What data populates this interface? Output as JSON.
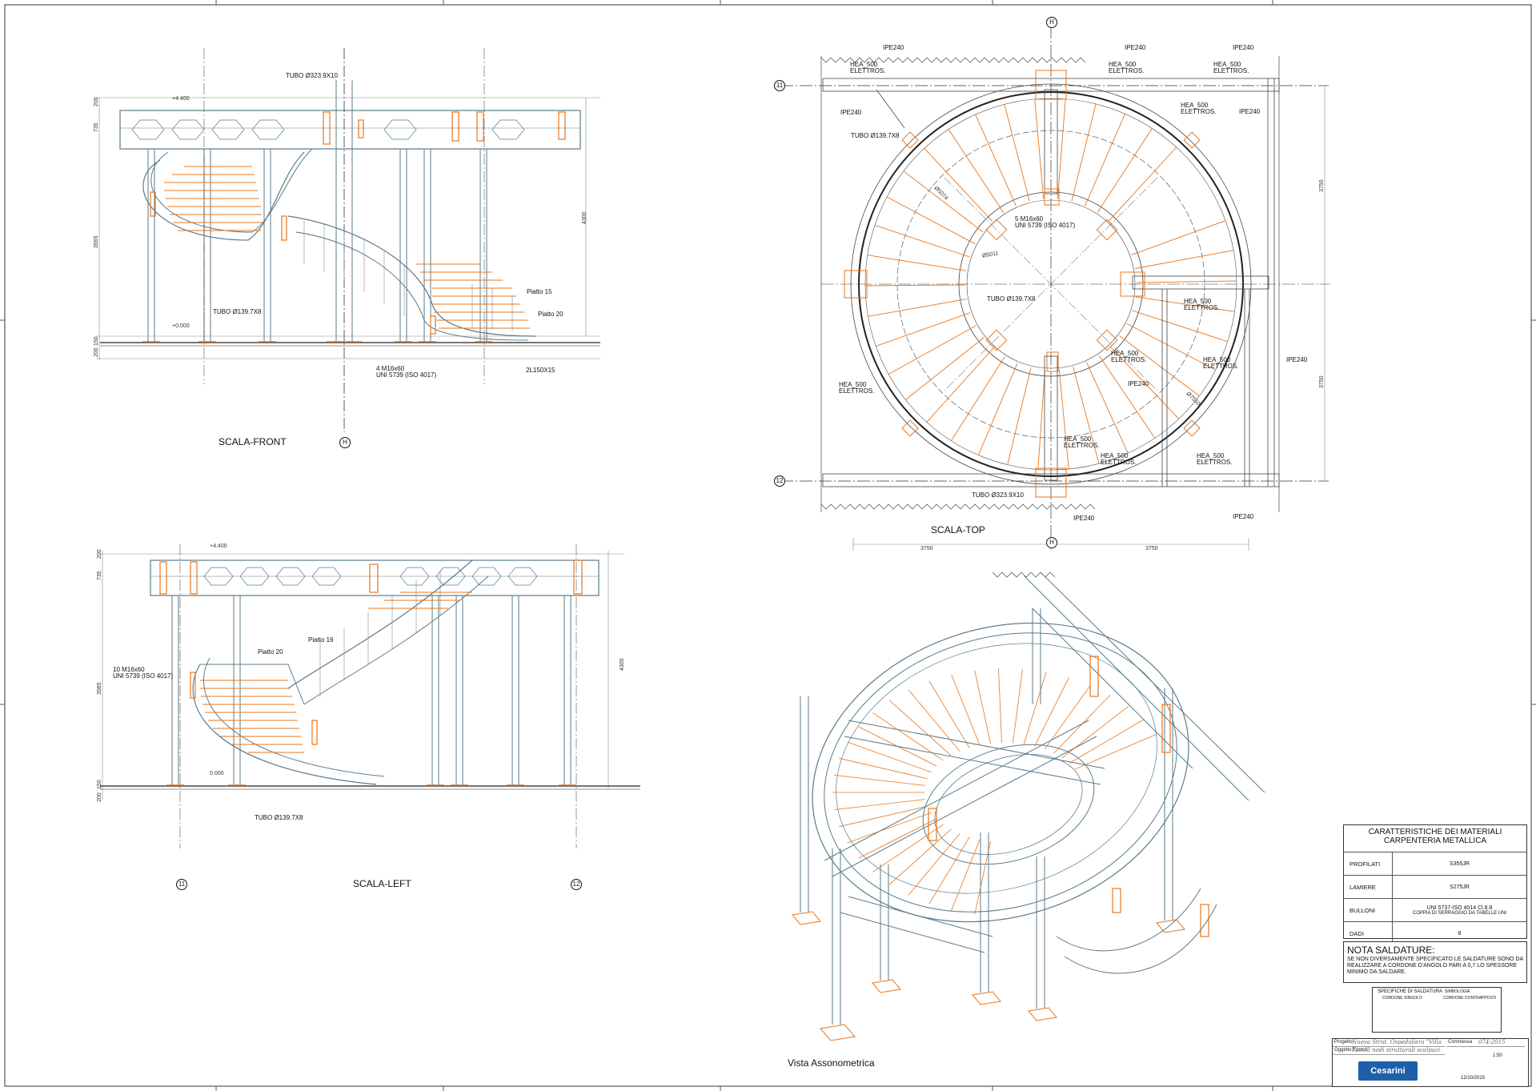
{
  "views": {
    "front": "SCALA-FRONT",
    "top": "SCALA-TOP",
    "left": "SCALA-LEFT",
    "iso": "Vista Assonometrica"
  },
  "grid_labels": {
    "h": "H",
    "g11": "11",
    "g12": "12"
  },
  "front_labels": {
    "tubo_top": "TUBO Ø323.9X10",
    "tubo_low": "TUBO Ø139.7X8",
    "piatto15": "Piatto 15",
    "piatto20": "Piatto 20",
    "angle": "2L150X15",
    "bolt1": "4 M16x60",
    "bolt2": "UNI 5739 (ISO 4017)",
    "lvl_top": "+4.400",
    "lvl_bot": "+0.000",
    "d1": "200",
    "d2": "735",
    "d3": "3565",
    "d4": "4300",
    "d5": "150",
    "d6": "200"
  },
  "top_labels": {
    "ipe_a": "IPE240",
    "ipe_b": "IPE240",
    "ipe_c": "IPE240",
    "ipe_d": "IPE240",
    "ipe_e": "IPE240",
    "ipe_f": "IPE240",
    "ipe_g": "IPE240",
    "ipe_h": "IPE240",
    "hea_1a": "HEA_500",
    "hea_1b": "ELETTROS.",
    "hea_2a": "HEA_500",
    "hea_2b": "ELETTROS.",
    "hea_3a": "HEA_500",
    "hea_3b": "ELETTROS.",
    "hea_4a": "HEA_500",
    "hea_4b": "ELETTROS.",
    "hea_5a": "HEA_500",
    "hea_5b": "ELETTROS.",
    "hea_6a": "HEA_500",
    "hea_6b": "ELETTROS.",
    "hea_7a": "HEA_500",
    "hea_7b": "ELETTROS.",
    "hea_8a": "HEA_500",
    "hea_8b": "ELETTROS.",
    "hea_9a": "HEA_500",
    "hea_9b": "ELETTROS.",
    "hea_10a": "HEA_500",
    "hea_10b": "ELETTROS.",
    "hea_11a": "HEA_500",
    "hea_11b": "ELETTROS.",
    "tubo_a": "TUBO Ø139.7X8",
    "tubo_b": "TUBO Ø139.7X8",
    "tubo_c": "TUBO Ø323.9X10",
    "bolt1": "5 M16x60",
    "bolt2": "UNI 5739 (ISO 4017)",
    "dim_a": "3750",
    "dim_b": "3750",
    "dim_c": "3750",
    "dim_d": "3750",
    "r1": "Ø5074",
    "r2": "Ø5011",
    "r3": "Ø7550"
  },
  "left_labels": {
    "piatto16": "Piatto 16",
    "piatto20": "Piatto 20",
    "bolt1": "10 M16x60",
    "bolt2": "UNI 5739 (ISO 4017)",
    "tubo": "TUBO Ø139.7X8",
    "lvl_top": "+4.400",
    "lvl_bot": "0.000",
    "d1": "200",
    "d2": "735",
    "d3": "3565",
    "d4": "4300",
    "d5": "150",
    "d6": "200"
  },
  "materials": {
    "title1": "CARATTERISTICHE DEI MATERIALI",
    "title2": "CARPENTERIA METALLICA",
    "rows": [
      {
        "k": "PROFILATI",
        "v": "S355JR",
        "v2": ""
      },
      {
        "k": "LAMIERE",
        "v": "S275JR",
        "v2": ""
      },
      {
        "k": "BULLONI",
        "v": "UNI 5737-ISO 4014 Cl.8.8",
        "v2": "COPPIA DI SERRAGGIO DA TABELLE UNI"
      },
      {
        "k": "DADI",
        "v": "8",
        "v2": ""
      }
    ]
  },
  "weld": {
    "title": "NOTA SALDATURE:",
    "body": "SE NON DIVERSAMENTE SPECIFICATO LE SALDATURE  SONO DA REALIZZARE A CORDONE D'ANGOLO PARI A 0,7 LO SPESSORE MINIMO DA SALDARE.",
    "spec": "SPECIFICHE DI SALDATURA",
    "spec2": "SIMBOLOGIA",
    "c1": "CORDONE SINGOLO",
    "c2": "CORDONE CONTRAPPOSTI"
  },
  "titleblock": {
    "k1": "Progetto",
    "v1": "Nuova Strut. Ospedaliera \"Villa Fiaso\"",
    "k2": "Oggetto",
    "v2": "Tavola nodi strutturali scalpaci",
    "k3": "Commessa",
    "v3": "074-2015",
    "logo": "Cesarini",
    "scale": "1:50",
    "date": "12/10/2015"
  },
  "colors": {
    "ink": "#222222",
    "steel": "#5b7b8a",
    "orange": "#e8751a",
    "thin": "#8a8a8a"
  }
}
